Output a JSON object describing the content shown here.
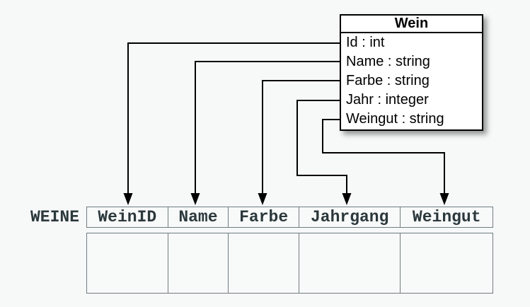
{
  "page": {
    "background_color": "#f7f8f8",
    "connector_color": "#000000"
  },
  "class_box": {
    "title": "Wein",
    "attributes": [
      "Id : int",
      "Name : string",
      "Farbe : string",
      "Jahr : integer",
      "Weingut : string"
    ],
    "border_color": "#000000",
    "fill_color": "#ffffff"
  },
  "table": {
    "label": "WEINE",
    "columns": [
      "WeinID",
      "Name",
      "Farbe",
      "Jahrgang",
      "Weingut"
    ],
    "body_rows": 1,
    "border_color": "#6f7d81",
    "text_color": "#2b383c"
  },
  "mappings": [
    {
      "from": "Id",
      "to": "WeinID"
    },
    {
      "from": "Name",
      "to": "Name"
    },
    {
      "from": "Farbe",
      "to": "Farbe"
    },
    {
      "from": "Jahr",
      "to": "Jahrgang"
    },
    {
      "from": "Weingut",
      "to": "Weingut"
    }
  ]
}
